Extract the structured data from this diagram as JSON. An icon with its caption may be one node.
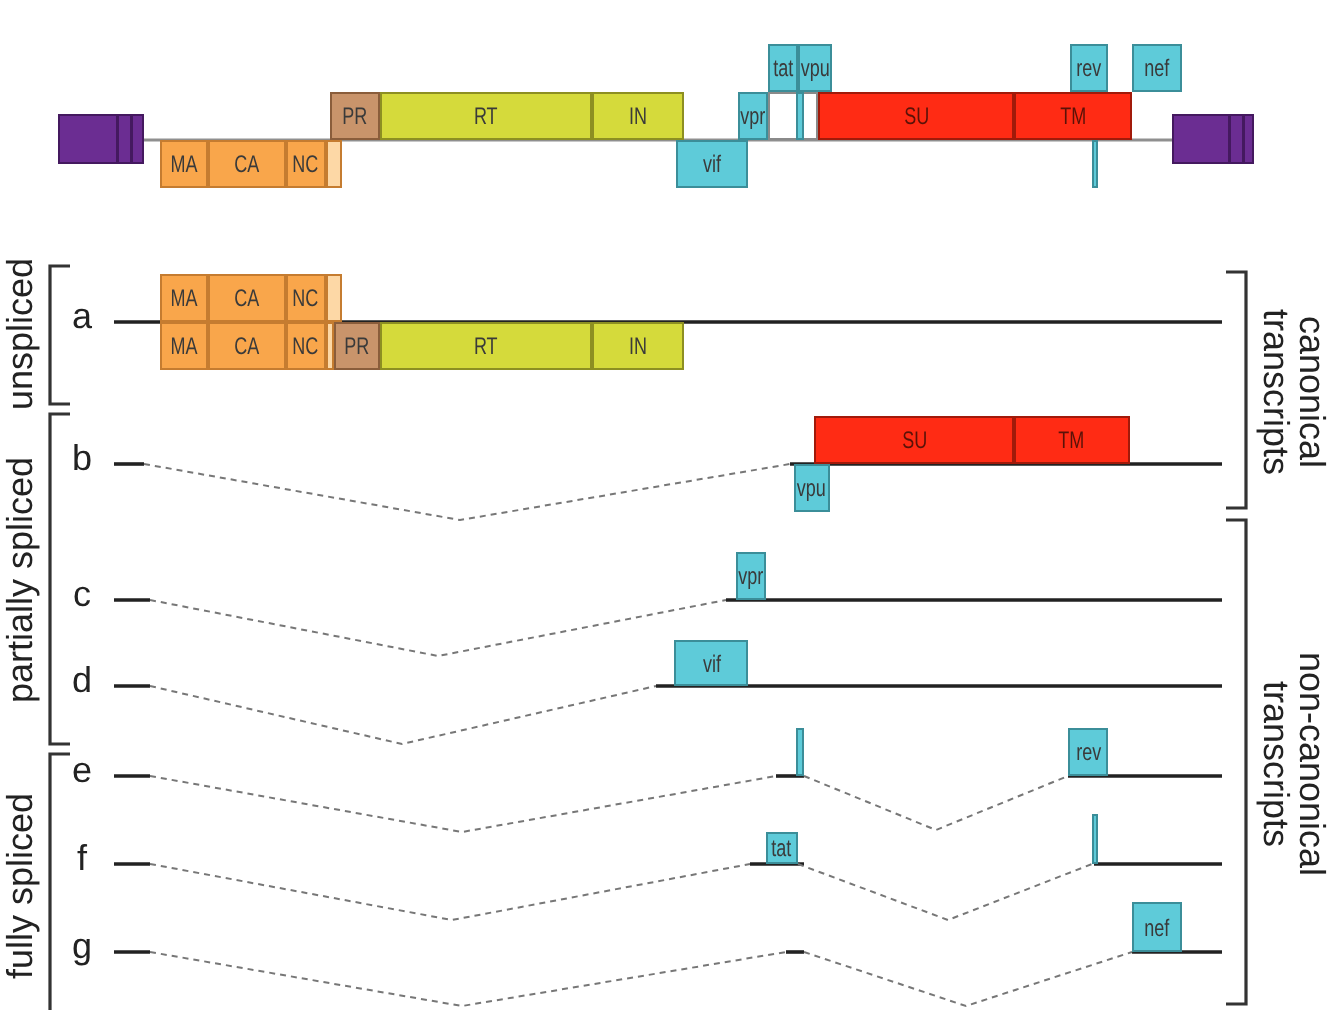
{
  "diagram": {
    "nodes": [
      {
        "text": [],
        "shape": "box"
      },
      {
        "text": [
          "MA"
        ]
      },
      {
        "text": [
          "CA"
        ]
      },
      {
        "text": [
          "NC"
        ]
      },
      {
        "text": [],
        "shape": "box"
      },
      {
        "text": [
          "PR"
        ]
      },
      {
        "text": [
          "RT"
        ]
      },
      {
        "text": [
          "IN"
        ]
      },
      {
        "text": [
          "vif"
        ]
      },
      {
        "text": [
          "vpr"
        ]
      },
      {
        "text": [
          "tat"
        ]
      },
      {
        "text": [
          "vpu"
        ]
      },
      {
        "text": [],
        "shape": "box"
      },
      {
        "text": [],
        "shape": "box",
        "in": 12
      },
      {
        "text": [
          "SU"
        ]
      },
      {
        "text": [
          "TM"
        ]
      },
      {
        "text": [
          "rev"
        ]
      },
      {
        "text": [
          "nef"
        ]
      },
      {
        "text": [],
        "shape": "box"
      },
      {
        "text": [],
        "shape": "box"
      },
      {
        "text": [
          "MA"
        ]
      },
      {
        "text": [
          "CA"
        ]
      },
      {
        "text": [
          "NC"
        ]
      },
      {
        "text": [],
        "shape": "box"
      },
      {
        "text": [
          "MA"
        ]
      },
      {
        "text": [
          "CA"
        ]
      },
      {
        "text": [
          "NC"
        ]
      },
      {
        "text": [],
        "shape": "box"
      },
      {
        "text": [
          "PR"
        ]
      },
      {
        "text": [
          "RT"
        ]
      },
      {
        "text": [
          "IN"
        ]
      },
      {
        "text": [
          "SU"
        ]
      },
      {
        "text": [
          "TM"
        ]
      },
      {
        "text": [
          "vpu"
        ]
      },
      {
        "text": [
          "vpr"
        ]
      },
      {
        "text": [
          "vif"
        ]
      },
      {
        "text": [],
        "shape": "box"
      },
      {
        "text": [
          "rev"
        ]
      },
      {
        "text": [
          "tat"
        ]
      },
      {
        "text": [],
        "shape": "box"
      },
      {
        "text": [
          "nef"
        ]
      }
    ],
    "edges": [
      {
        "from": 0,
        "to": 19,
        "arrow": "none"
      },
      {
        "from": 36,
        "to": 37,
        "arrow": "none",
        "style": "dashed"
      },
      {
        "from": 38,
        "to": 39,
        "arrow": "none",
        "style": "dashed"
      },
      {
        "from": null,
        "to": 40,
        "arrow": "none",
        "style": "dashed"
      }
    ],
    "labels": [
      "unspliced",
      "a",
      "canonical transcripts",
      "b",
      "partially spliced",
      "c",
      "d",
      "non-canonical transcripts",
      "e",
      "fully spliced",
      "f",
      "g"
    ]
  }
}
